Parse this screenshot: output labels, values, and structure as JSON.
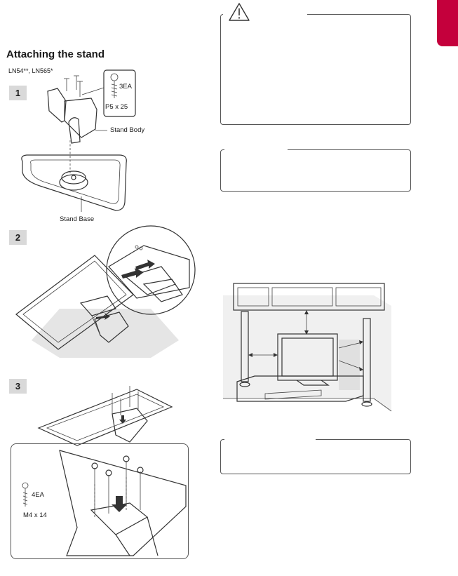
{
  "section": {
    "title": "Attaching the stand",
    "models": "LN54**, LN565*"
  },
  "steps": [
    {
      "number": "1"
    },
    {
      "number": "2"
    },
    {
      "number": "3"
    }
  ],
  "step1": {
    "screw_count": "3EA",
    "screw_spec": "P5 x 25",
    "stand_body_label": "Stand Body",
    "stand_base_label": "Stand Base"
  },
  "step3": {
    "screw_count": "4EA",
    "screw_spec": "M4 x 14"
  },
  "colors": {
    "language_tab": "#c4003c",
    "step_badge": "#d9d9d9",
    "illustration_shadow": "#cfcfcf"
  },
  "icons": [
    "warning-triangle-icon",
    "screw-icon",
    "arrow-icon"
  ]
}
